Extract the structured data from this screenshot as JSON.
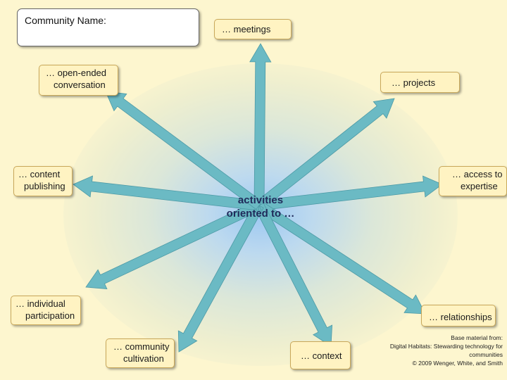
{
  "community_label": "Community Name:",
  "center_lines": [
    "activities",
    "oriented to …"
  ],
  "nodes": [
    {
      "id": "meetings",
      "lines": [
        "… meetings"
      ]
    },
    {
      "id": "projects",
      "lines": [
        "… projects"
      ]
    },
    {
      "id": "access-to-expertise",
      "lines": [
        "… access to",
        "expertise"
      ]
    },
    {
      "id": "relationships",
      "lines": [
        "… relationships"
      ]
    },
    {
      "id": "context",
      "lines": [
        "… context"
      ]
    },
    {
      "id": "community-cultivation",
      "lines": [
        "… community",
        "cultivation"
      ]
    },
    {
      "id": "individual-participation",
      "lines": [
        "… individual",
        "participation"
      ]
    },
    {
      "id": "content-publishing",
      "lines": [
        "… content",
        "publishing"
      ]
    },
    {
      "id": "open-ended-conversation",
      "lines": [
        "… open-ended",
        "conversation"
      ]
    }
  ],
  "credit_lines": [
    "Base material from:",
    "Digital Habitats: Stewarding technology for",
    "communities",
    "© 2009 Wenger, White, and Smith"
  ],
  "colors": {
    "background": "#fdf6cf",
    "arrow": "#6bbac4",
    "label_fill": "#fff3c2",
    "center_glow": "#9dc8f2"
  }
}
